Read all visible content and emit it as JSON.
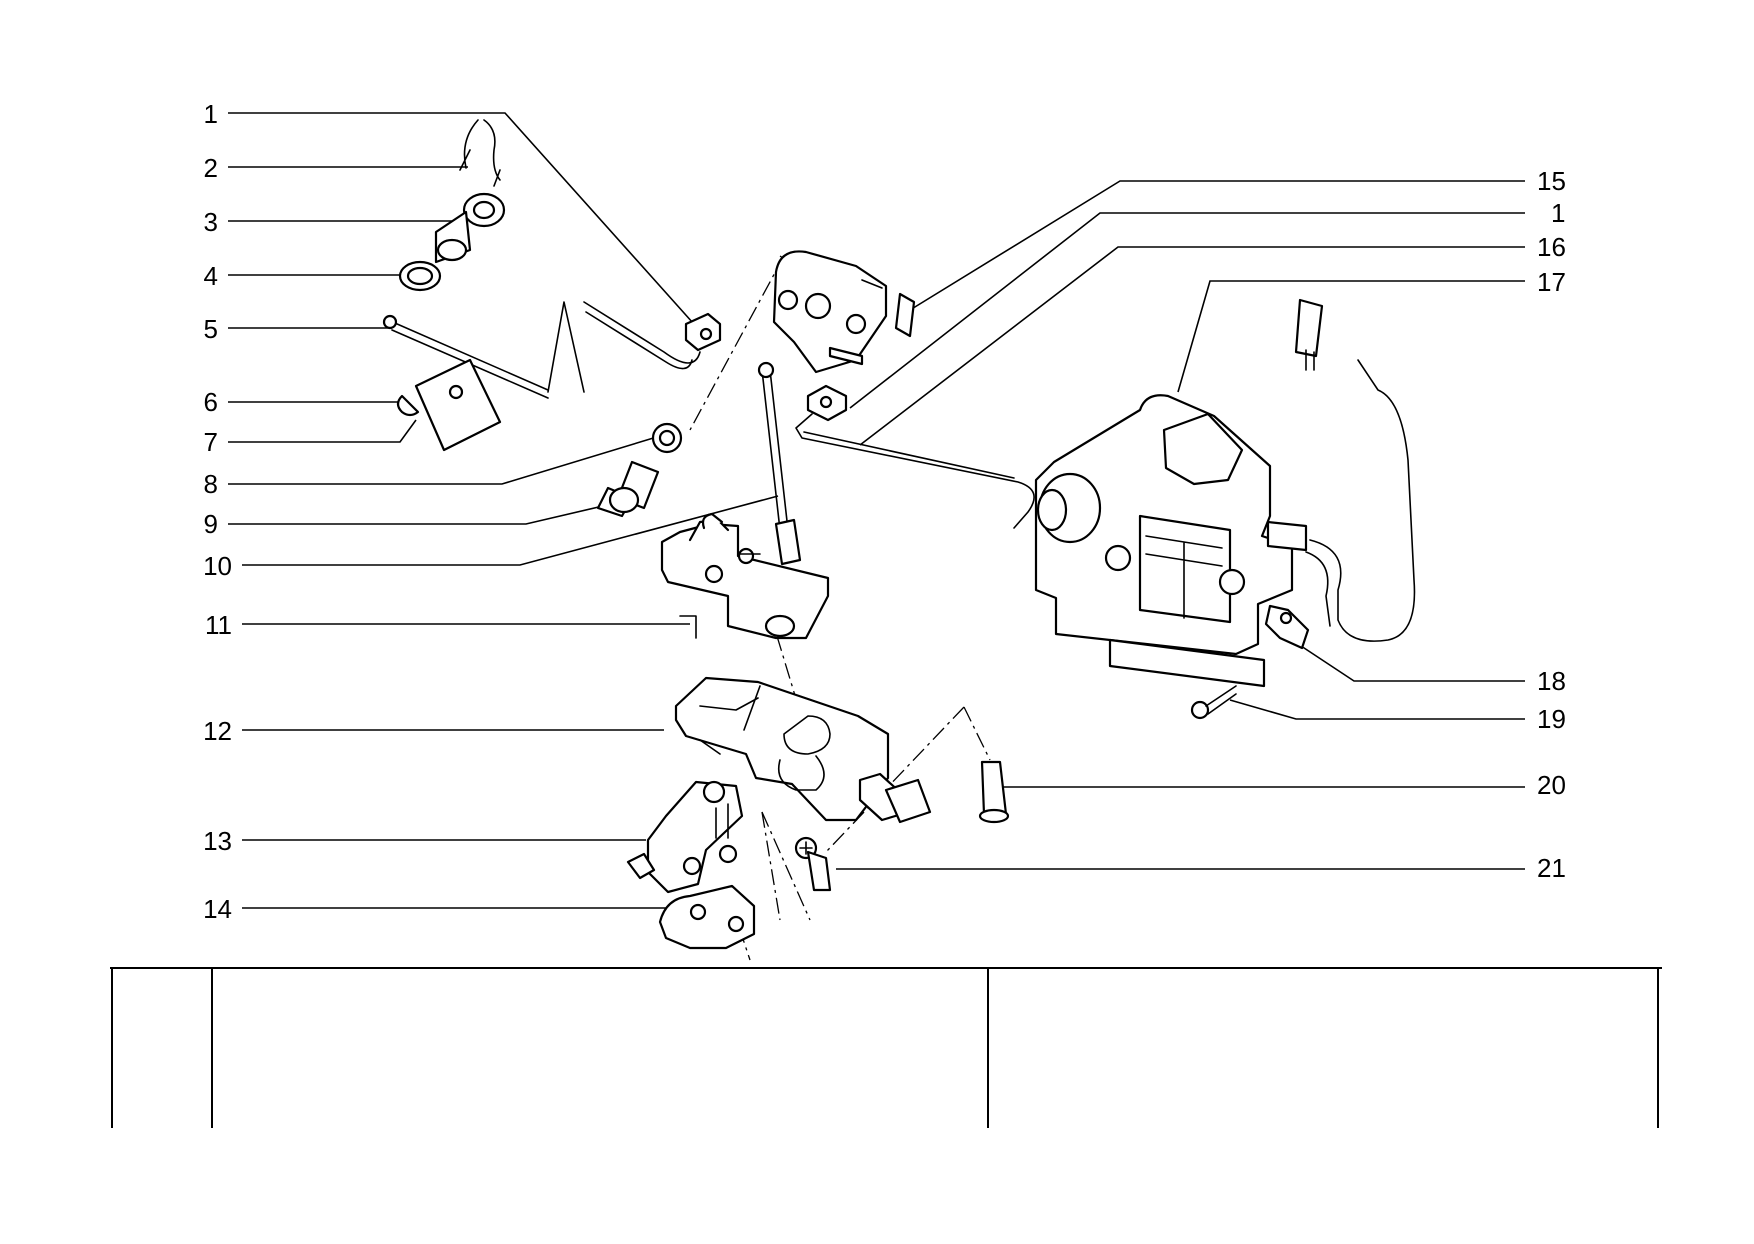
{
  "callouts": [
    {
      "id": "c1a",
      "label": "1"
    },
    {
      "id": "c2",
      "label": "2"
    },
    {
      "id": "c3",
      "label": "3"
    },
    {
      "id": "c4",
      "label": "4"
    },
    {
      "id": "c5",
      "label": "5"
    },
    {
      "id": "c6",
      "label": "6"
    },
    {
      "id": "c7",
      "label": "7"
    },
    {
      "id": "c8",
      "label": "8"
    },
    {
      "id": "c9",
      "label": "9"
    },
    {
      "id": "c10",
      "label": "10"
    },
    {
      "id": "c11",
      "label": "11"
    },
    {
      "id": "c12",
      "label": "12"
    },
    {
      "id": "c13",
      "label": "13"
    },
    {
      "id": "c14",
      "label": "14"
    },
    {
      "id": "c15",
      "label": "15"
    },
    {
      "id": "c1b",
      "label": "1"
    },
    {
      "id": "c16",
      "label": "16"
    },
    {
      "id": "c17",
      "label": "17"
    },
    {
      "id": "c18",
      "label": "18"
    },
    {
      "id": "c19",
      "label": "19"
    },
    {
      "id": "c20",
      "label": "20"
    },
    {
      "id": "c21",
      "label": "21"
    }
  ]
}
